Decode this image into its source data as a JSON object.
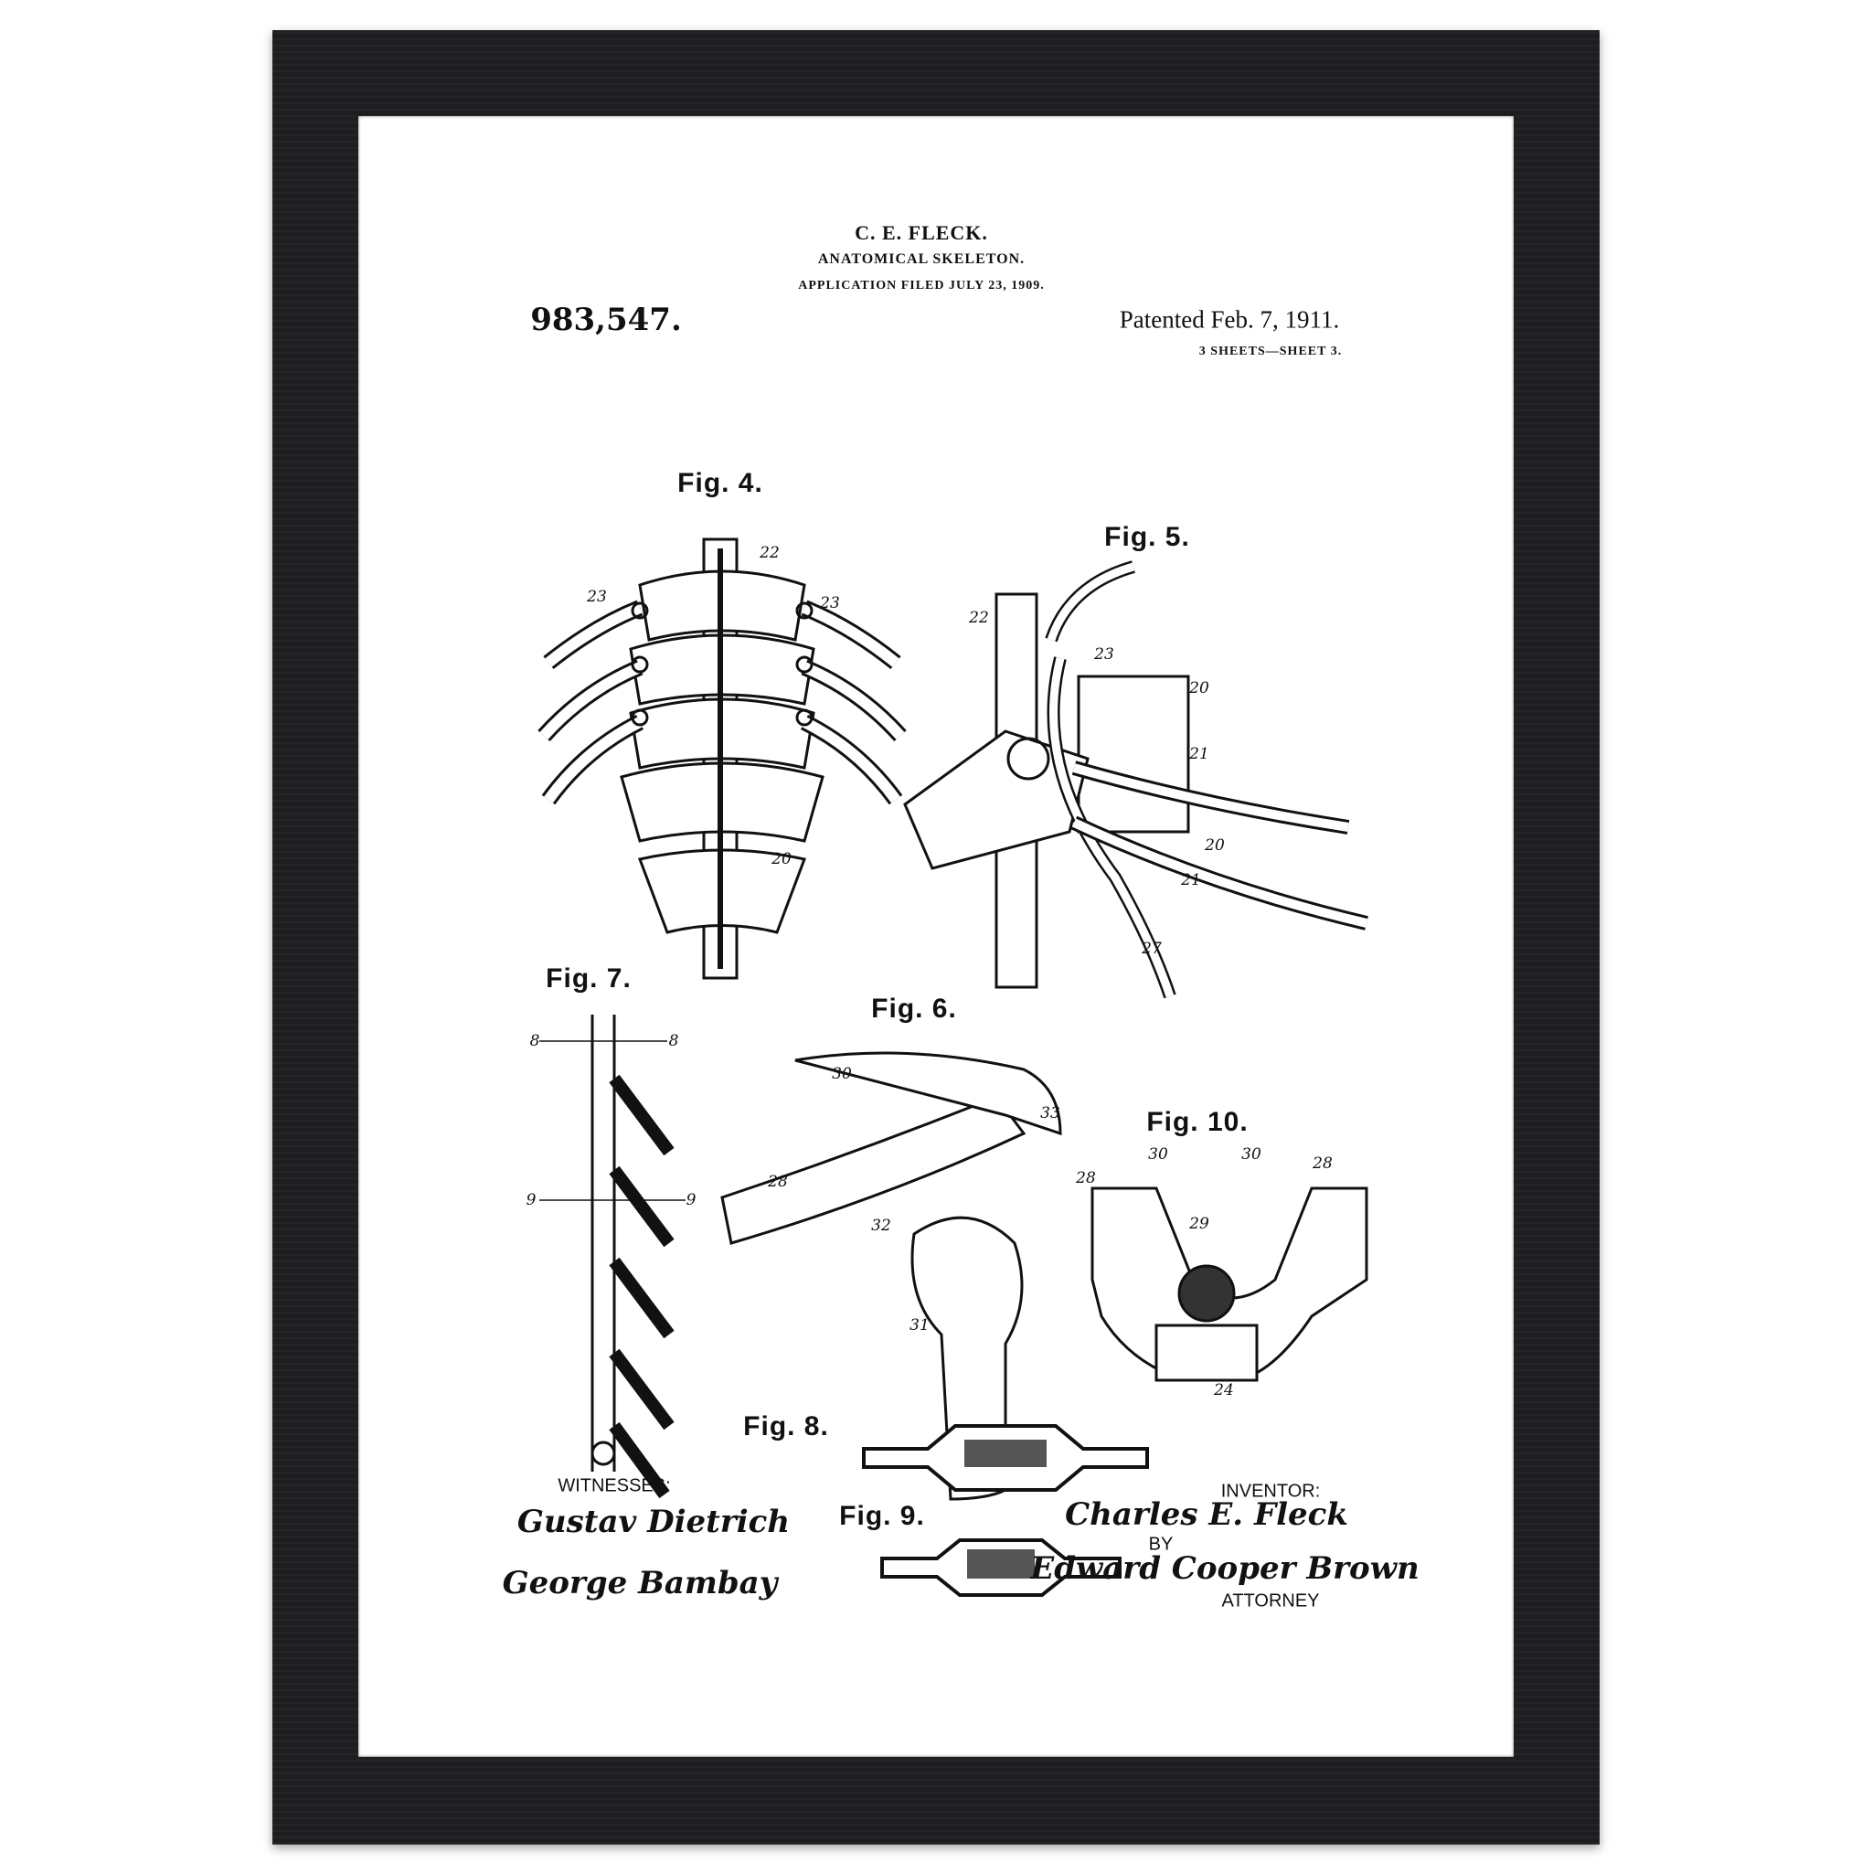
{
  "header": {
    "inventor_name": "C. E. FLECK.",
    "title": "ANATOMICAL SKELETON.",
    "application": "APPLICATION FILED JULY 23, 1909.",
    "patent_number": "983,547.",
    "patented": "Patented Feb. 7, 1911.",
    "sheets": "3 SHEETS—SHEET 3."
  },
  "figures": [
    "Fig. 4.",
    "Fig. 5.",
    "Fig. 7.",
    "Fig. 6.",
    "Fig. 10.",
    "Fig. 8.",
    "Fig. 9."
  ],
  "numerals": [
    "22",
    "23",
    "23",
    "20",
    "22",
    "23",
    "20",
    "21",
    "20",
    "21",
    "27",
    "8",
    "8",
    "9",
    "9",
    "30",
    "33",
    "28",
    "32",
    "31",
    "30",
    "30",
    "28",
    "28",
    "29",
    "24"
  ],
  "footer": {
    "witnesses_label": "WITNESSES:",
    "witness_1": "Gustav Dietrich",
    "witness_2": "George Bambay",
    "inventor_label": "INVENTOR:",
    "inventor_signature": "Charles E. Fleck",
    "by_label": "BY",
    "attorney_signature": "Edward Cooper Brown",
    "attorney_label": "ATTORNEY"
  },
  "colors": {
    "frame": "#1e1e20",
    "mat": "#ffffff",
    "ink": "#111111"
  }
}
